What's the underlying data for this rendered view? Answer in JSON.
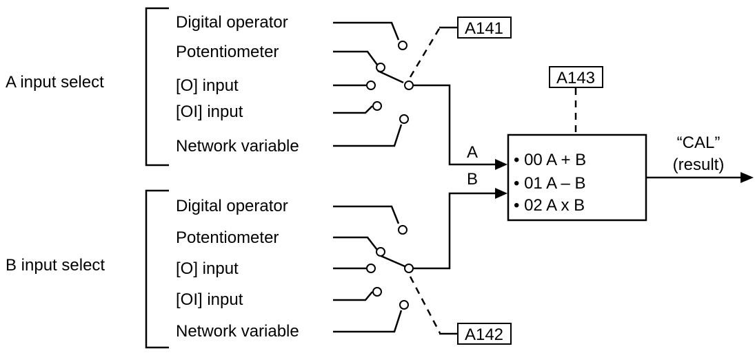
{
  "groups": [
    {
      "title": "A input select",
      "inputs": [
        "Digital operator",
        "Potentiometer",
        "[O] input",
        "[OI] input",
        "Network variable"
      ],
      "param": "A141"
    },
    {
      "title": "B input select",
      "inputs": [
        "Digital operator",
        "Potentiometer",
        "[O] input",
        "[OI] input",
        "Network variable"
      ],
      "param": "A142"
    }
  ],
  "operator": {
    "param": "A143",
    "input_a_label": "A",
    "input_b_label": "B",
    "options": [
      "• 00 A + B",
      "• 01 A – B",
      "• 02 A x B"
    ],
    "output_label_line1": "“CAL”",
    "output_label_line2": "(result)"
  }
}
